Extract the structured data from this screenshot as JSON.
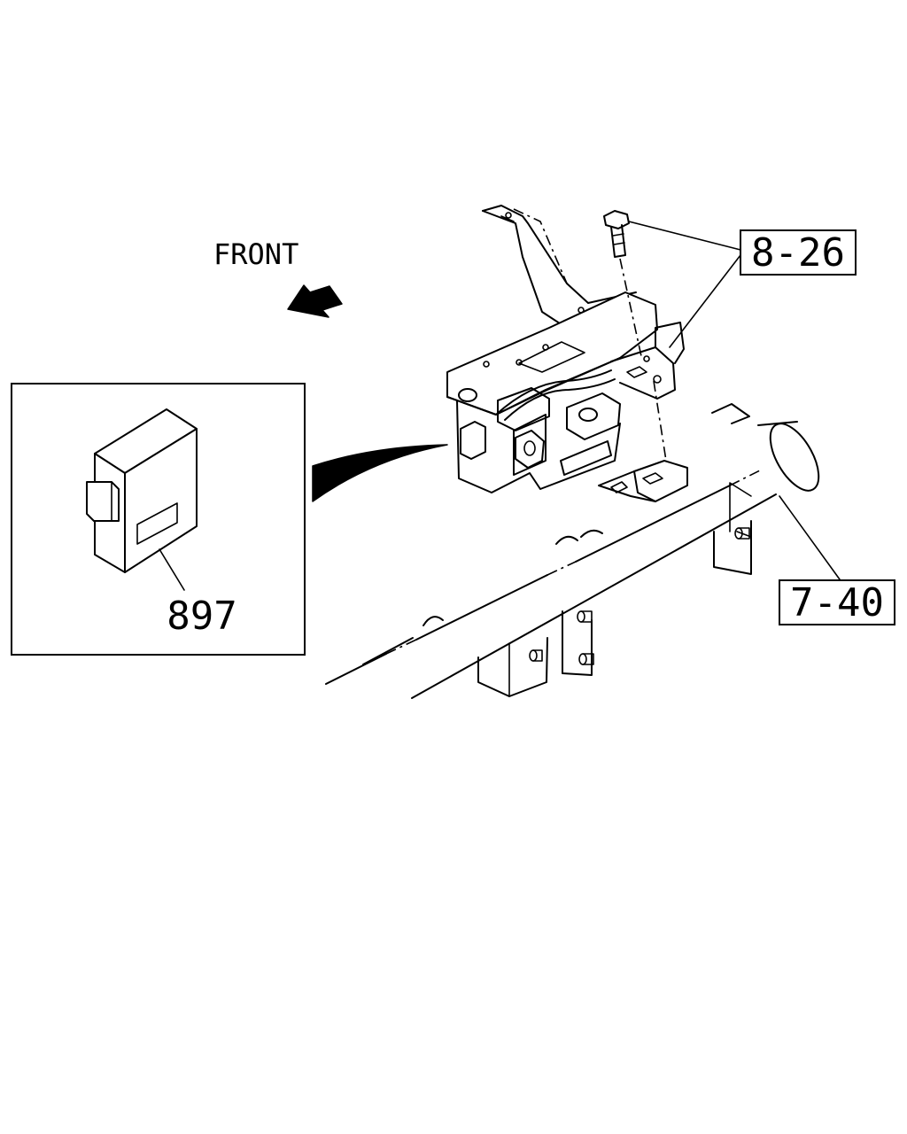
{
  "direction_label": "FRONT",
  "callouts": {
    "bolt_ref": "8-26",
    "frame_ref": "7-40",
    "module_part": "897"
  },
  "colors": {
    "line": "#000000",
    "background": "#ffffff"
  }
}
